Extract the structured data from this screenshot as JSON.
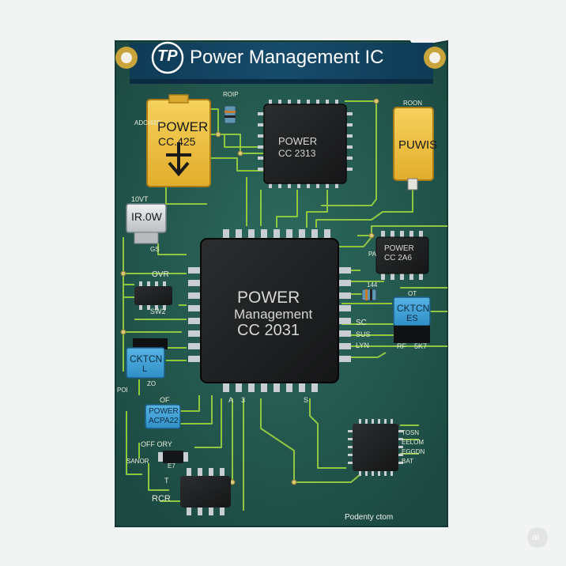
{
  "header": {
    "logo_text": "TP",
    "title": "Power Management IC"
  },
  "components": {
    "power_module": {
      "top_label": "ADC/42S",
      "line1": "POWER",
      "line2": "CC.425"
    },
    "chip_top": {
      "line1": "POWER",
      "line2": "CC 2313",
      "label_above": "ROIP"
    },
    "pwms_module": {
      "text": "PUWIS",
      "label_above": "ROON"
    },
    "regulator": {
      "top_label": "10VT",
      "text": "IR.0W",
      "bottom_label": "GS"
    },
    "main_chip": {
      "line1": "POWER",
      "line2": "Management",
      "line3": "CC 2031"
    },
    "small_chip_right": {
      "line1": "POWER",
      "line2": "CC 2A6",
      "side_label": "PA",
      "resistor_label": "144"
    },
    "blue_module_right": {
      "line1": "CKTCN",
      "line2": "ES",
      "top_label": "OT"
    },
    "blue_module_left": {
      "line1": "CKTCN",
      "line2": "L",
      "top_label": "POI",
      "bottom_label": "ZO"
    },
    "blue_module_bottom": {
      "line1": "POWER",
      "line2": "ACPA22",
      "top_label": "OF"
    },
    "bottom_chip": {
      "label": "RCR",
      "top_label": "T"
    }
  },
  "silkscreen": {
    "ovr": "OVR",
    "sw2": "SW2",
    "sc": "SC",
    "sus": "SUS",
    "lyn": "LYN",
    "rf": "RF",
    "5k7": "5K7",
    "s": "S",
    "a": "A",
    "three": "3",
    "offory": "OFF ORY",
    "e7": "E7",
    "sanor": "SANOR",
    "right_col": [
      "TOSN",
      "EELOM",
      "EGGDN",
      "BAT"
    ],
    "website": "Podenty ctom"
  },
  "watermark": "ai"
}
